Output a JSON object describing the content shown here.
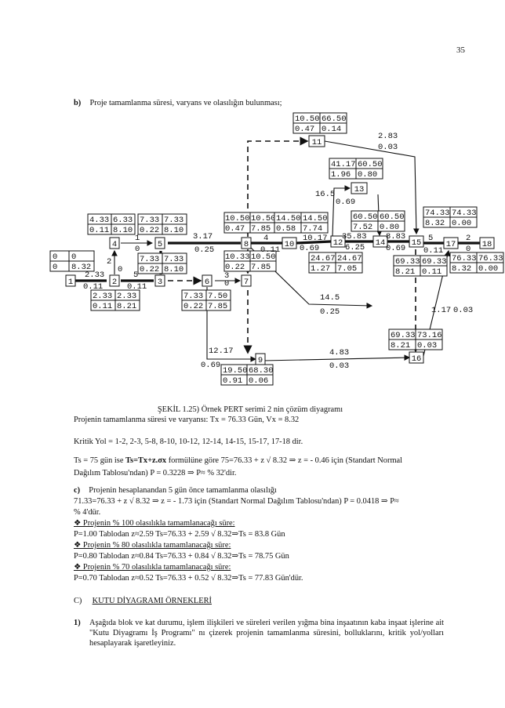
{
  "page_number": "35",
  "section_b_label": "b)",
  "section_b_title": "Proje tamamlanma süresi, varyans ve olasılığın bulunması;",
  "figure_caption": "ŞEKİL 1.25) Örnek PERT serimi 2 nin çözüm diyagramı",
  "diagram": {
    "nodes": [
      "1",
      "2",
      "3",
      "4",
      "5",
      "6",
      "7",
      "8",
      "9",
      "10",
      "11",
      "12",
      "13",
      "14",
      "15",
      "16",
      "17",
      "18"
    ],
    "boxes": [
      {
        "top": [
          "0",
          "0"
        ],
        "bottom": [
          "0",
          "8.32"
        ]
      },
      {
        "top": [
          "4.33",
          "6.33"
        ],
        "bottom": [
          "0.11",
          "8.10"
        ]
      },
      {
        "top": [
          "7.33",
          "7.33"
        ],
        "bottom": [
          "0.22",
          "8.10"
        ]
      },
      {
        "top": [
          "7.33",
          "7.33"
        ],
        "bottom": [
          "0.22",
          "8.10"
        ]
      },
      {
        "top": [
          "2.33",
          "2.33"
        ],
        "bottom": [
          "0.11",
          "8.21"
        ]
      },
      {
        "top": [
          "7.33",
          "7.50"
        ],
        "bottom": [
          "0.22",
          "7.85"
        ]
      },
      {
        "top": [
          "10.33",
          "10.50"
        ],
        "bottom": [
          "0.22",
          "7.85"
        ]
      },
      {
        "top": [
          "10.50",
          "10.50"
        ],
        "bottom": [
          "0.47",
          "7.85"
        ]
      },
      {
        "top": [
          "14.50",
          "14.50"
        ],
        "bottom": [
          "0.58",
          "7.74"
        ]
      },
      {
        "top": [
          "10.50",
          "66.50"
        ],
        "bottom": [
          "0.47",
          "0.14"
        ]
      },
      {
        "top": [
          "41.17",
          "60.50"
        ],
        "bottom": [
          "1.96",
          "0.80"
        ]
      },
      {
        "top": [
          "60.50",
          "60.50"
        ],
        "bottom": [
          "7.52",
          "0.80"
        ]
      },
      {
        "top": [
          "24.67",
          "24.67"
        ],
        "bottom": [
          "1.27",
          "7.05"
        ]
      },
      {
        "top": [
          "74.33",
          "74.33"
        ],
        "bottom": [
          "8.32",
          "0.00"
        ]
      },
      {
        "top": [
          "69.33",
          "69.33"
        ],
        "bottom": [
          "8.21",
          "0.11"
        ]
      },
      {
        "top": [
          "76.33",
          "76.33"
        ],
        "bottom": [
          "8.32",
          "0.00"
        ]
      },
      {
        "top": [
          "69.33",
          "73.16"
        ],
        "bottom": [
          "8.21",
          "0.03"
        ]
      },
      {
        "top": [
          "19.50",
          "68.30"
        ],
        "bottom": [
          "0.91",
          "0.06"
        ]
      }
    ],
    "edge_labels": {
      "e12": [
        "2.33",
        "0.11"
      ],
      "e23": [
        "5",
        "0.11"
      ],
      "e24": [
        "2"
      ],
      "e42": [
        "0"
      ],
      "e45": [
        "1",
        "0"
      ],
      "e58": [
        "3.17",
        "0.25"
      ],
      "e67": [
        "3",
        "0"
      ],
      "e810": [
        "4",
        "0.11"
      ],
      "e1012": [
        "10.17",
        "0.69"
      ],
      "e1214": [
        "35.83",
        "6.25"
      ],
      "e1415": [
        "8.83",
        "0.69"
      ],
      "e813": [
        "16.5",
        "0.69"
      ],
      "e814": [
        "14.5",
        "0.25"
      ],
      "e1115": [
        "2.83",
        "0.03"
      ],
      "e1517": [
        "5",
        "0.11"
      ],
      "e1718": [
        "2",
        "0"
      ],
      "e1617": [
        "1.17",
        "0.03"
      ],
      "e69": [
        "12.17",
        "0.69"
      ],
      "e916": [
        "4.83",
        "0.03"
      ]
    }
  },
  "project_line": "Projenin tamamlanma süresi ve varyansı:    Tx = 76.33 Gün,    Vx = 8.32",
  "critical_path": "Kritik Yol = 1-2,  2-3,  5-8,  8-10,  10-12,  12-14,  14-15,  15-17,  17-18  dir.",
  "ts_line1_a": "Ts = 75 gün  ise   ",
  "ts_formula": "Ts=Tx+z.σx",
  "ts_line1_b": "   formülüne göre  75=76.33 + z √ 8.32 ⇒ z = - 0.46 için (Standart Normal",
  "ts_line2": "Dağılım Tablosu'ndan)   P = 0.3228 ⇒   P≈ % 32'dir.",
  "c_label": "c)",
  "c_title": "Projenin hesaplanandan  5 gün önce tamamlanma olasılığı",
  "c_line1": "71.33=76.33 + z √ 8.32 ⇒ z = - 1.73 için (Standart Normal Dağılım Tablosu'ndan)   P = 0.0418 ⇒   P≈",
  "c_line2": "% 4'dür.",
  "p100_title": "❖   Projenin % 100 olasılıkla tamamlanacağı süre:",
  "p100_calc": "P=1.00  Tablodan  z≈2.59  Ts=76.33 + 2.59 √ 8.32⇒Ts = 83.8  Gün",
  "p80_title": "❖   Projenin % 80 olasılıkla tamamlanacağı süre:",
  "p80_calc": "P=0.80  Tablodan  z≈0.84  Ts=76.33 + 0.84 √ 8.32⇒Ts = 78.75 Gün",
  "p70_title": "❖   Projenin % 70 olasılıkla tamamlanacağı süre:",
  "p70_calc": "P=0.70  Tablodan  z≈0.52  Ts=76.33 + 0.52 √ 8.32⇒Ts = 77.83  Gün'dür.",
  "sec_c_label": "C)",
  "sec_c_title": "KUTU DİYAGRAMI ÖRNEKLERİ",
  "q1_label": "1)",
  "q1_text": "Aşağıda blok ve kat durumu, işlem ilişkileri ve süreleri verilen yığma bina inşaatının kaba inşaat işlerine ait \"Kutu Diyagramı İş Programı\" nı çizerek projenin tamamlanma süresini, bolluklarını, kritik yol/yolları hesaplayarak işaretleyiniz."
}
